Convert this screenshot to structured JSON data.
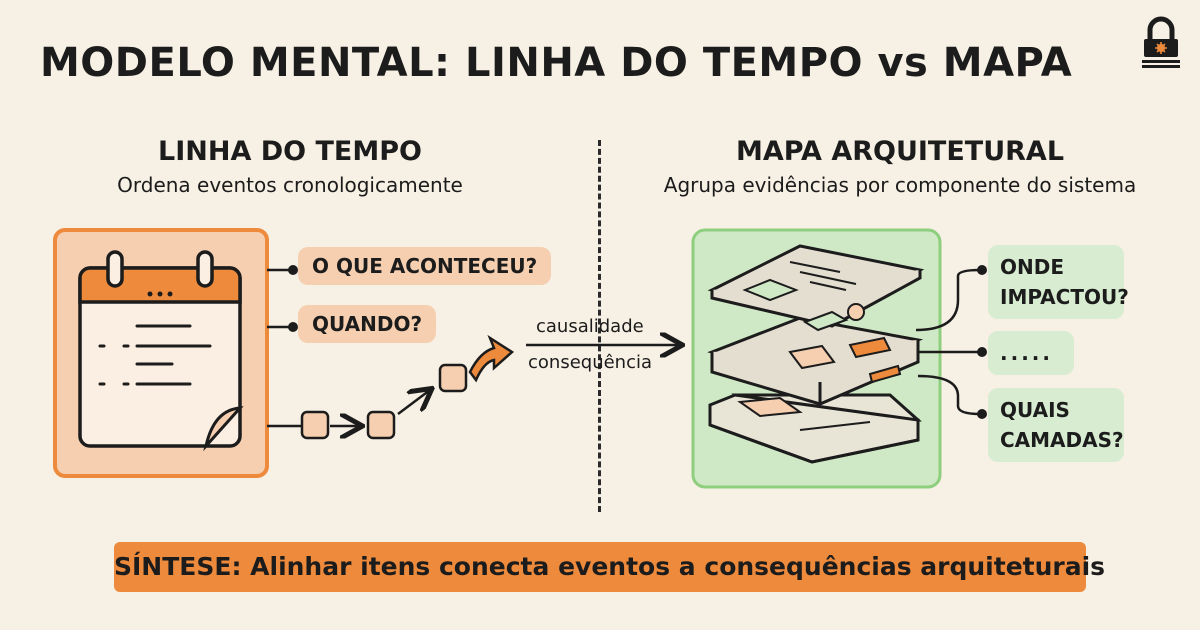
{
  "title": "MODELO MENTAL: LINHA DO TEMPO vs MAPA",
  "left": {
    "title": "LINHA DO TEMPO",
    "subtitle": "Ordena eventos cronologicamente",
    "questions": [
      "O QUE ACONTECEU?",
      "QUANDO?"
    ]
  },
  "middle": {
    "arrow_top": "causalidade",
    "arrow_bottom": "consequência"
  },
  "right": {
    "title": "MAPA ARQUITETURAL",
    "subtitle": "Agrupa evidências por componente do sistema",
    "labels": {
      "onde": [
        "ONDE",
        "IMPACTOU?"
      ],
      "dots": ".....",
      "quais": [
        "QUAIS",
        "CAMADAS?"
      ]
    }
  },
  "synthesis": "SÍNTESE: Alinhar itens conecta eventos a consequências arquiteturais",
  "colors": {
    "background": "#f7f0e4",
    "orange": "#ee8a3c",
    "orange_light": "#f6cfb0",
    "green": "#cfe8c5",
    "green_light": "#d7ecd0",
    "ink": "#1c1c1c"
  },
  "icons": [
    "lock-logo-icon",
    "calendar-icon",
    "layers-stack-icon"
  ]
}
